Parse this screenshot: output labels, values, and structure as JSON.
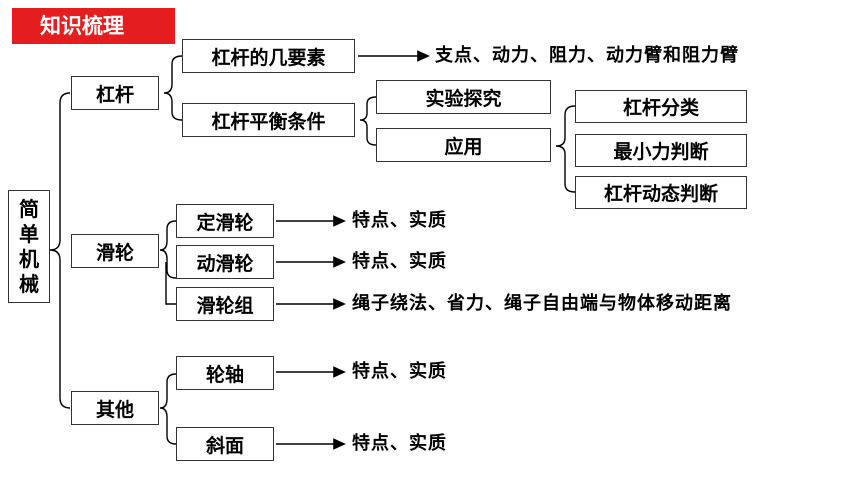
{
  "banner": {
    "title": "知识梳理"
  },
  "root": {
    "label": "简单机械",
    "chars": [
      "简",
      "单",
      "机",
      "械"
    ]
  },
  "lever": {
    "label": "杠杆",
    "elements": {
      "label": "杠杆的几要素",
      "detail": "支点、动力、阻力、动力臂和阻力臂"
    },
    "balance": {
      "label": "杠杆平衡条件",
      "explore": "实验探究",
      "application": {
        "label": "应用",
        "items": [
          "杠杆分类",
          "最小力判断",
          "杠杆动态判断"
        ]
      }
    }
  },
  "pulley": {
    "label": "滑轮",
    "fixed": {
      "label": "定滑轮",
      "detail": "特点、实质"
    },
    "movable": {
      "label": "动滑轮",
      "detail": "特点、实质"
    },
    "block": {
      "label": "滑轮组",
      "detail": "绳子绕法、省力、绳子自由端与物体移动距离"
    }
  },
  "others": {
    "label": "其他",
    "axle": {
      "label": "轮轴",
      "detail": "特点、实质"
    },
    "incline": {
      "label": "斜面",
      "detail": "特点、实质"
    }
  }
}
